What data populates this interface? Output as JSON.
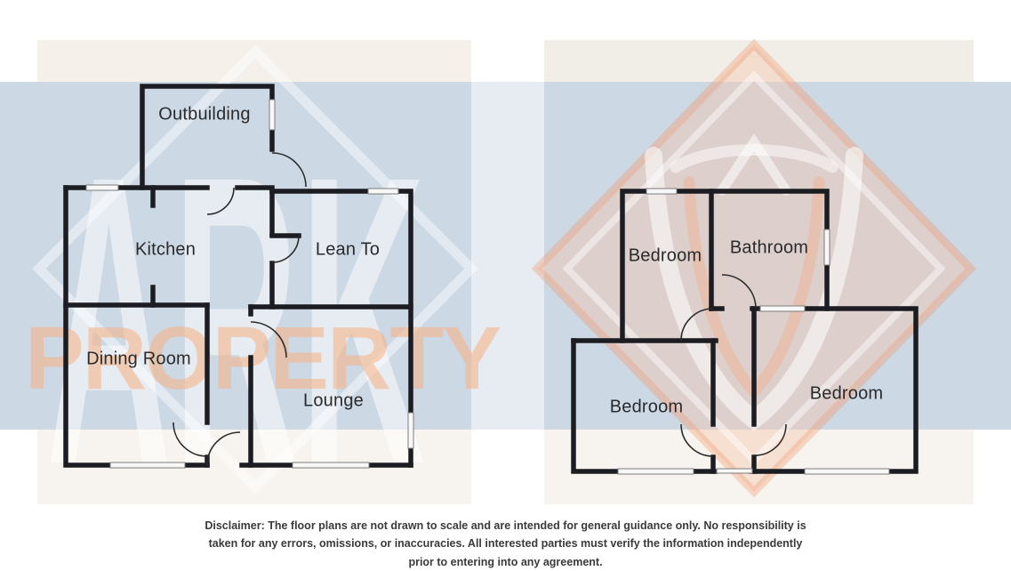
{
  "page": {
    "background": "#ffffff",
    "band_color": "#ccd8e4",
    "card_top_color": "#f5f0ea",
    "card_bottom_color": "#f7f4ef"
  },
  "watermark": {
    "brand_word_1": "ARK",
    "brand_word_2": "PROPERTY",
    "brand_word_1_color": "#ffffff",
    "brand_word_2_color": "#f5ab72",
    "diamond_fill": "#f6c4a1",
    "diamond_edge": "#ef9569"
  },
  "floorplans": [
    {
      "id": "ground-floor",
      "rooms": [
        {
          "label": "Outbuilding"
        },
        {
          "label": "Kitchen"
        },
        {
          "label": "Lean To"
        },
        {
          "label": "Dining Room"
        },
        {
          "label": "Lounge"
        }
      ]
    },
    {
      "id": "first-floor",
      "rooms": [
        {
          "label": "Bedroom"
        },
        {
          "label": "Bathroom"
        },
        {
          "label": "Bedroom"
        },
        {
          "label": "Bedroom"
        }
      ]
    }
  ],
  "disclaimer": {
    "lines": [
      "Disclaimer: The floor plans are not drawn to scale and are intended for general guidance only. No responsibility is",
      "taken for any errors, omissions, or inaccuracies. All interested parties must verify the information independently",
      "prior to entering into any agreement."
    ]
  }
}
